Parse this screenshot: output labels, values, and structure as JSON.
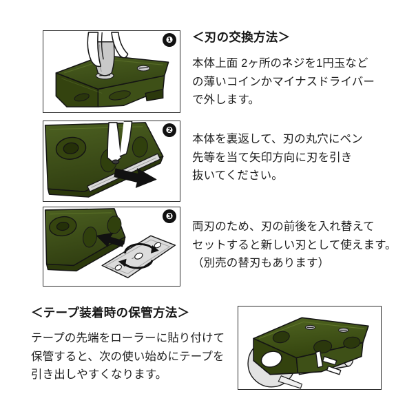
{
  "document": {
    "title": "刃の交換方法・テープ装着時の保管方法",
    "background_color": "#ffffff",
    "device_color": "#3d4e18",
    "device_color_dark": "#2c3a10",
    "device_color_light": "#4e6221",
    "metal_color": "#d7d7d7",
    "outline_color": "#1a1a1a"
  },
  "steps": [
    {
      "number": "❶",
      "heading": "＜刃の交換方法＞",
      "body": "本体上面 2ヶ所のネジを1円玉など\nの薄いコインかマイナスドライバー\nで外します。",
      "illustration_name": "coin-unscrewing-top-of-dispenser"
    },
    {
      "number": "❷",
      "heading": "",
      "body": "本体を裏返して、刃の丸穴にペン\n先等を当て矢印方向に刃を引き\n抜いてください。",
      "illustration_name": "pen-pushing-blade-out-with-arrow"
    },
    {
      "number": "❸",
      "heading": "",
      "body": "両刃のため、刃の前後を入れ替えて\nセットすると新しい刃として使えます。\n（別売の替刃もあります）",
      "illustration_name": "double-edged-blade-flip-rotation"
    }
  ],
  "storage": {
    "heading": "＜テープ装着時の保管方法＞",
    "body": "テープの先端をローラーに貼り付けて\n保管すると、次の使い始めにテープを\n引き出しやすくなります。",
    "illustration_name": "tape-end-attached-to-roller"
  }
}
